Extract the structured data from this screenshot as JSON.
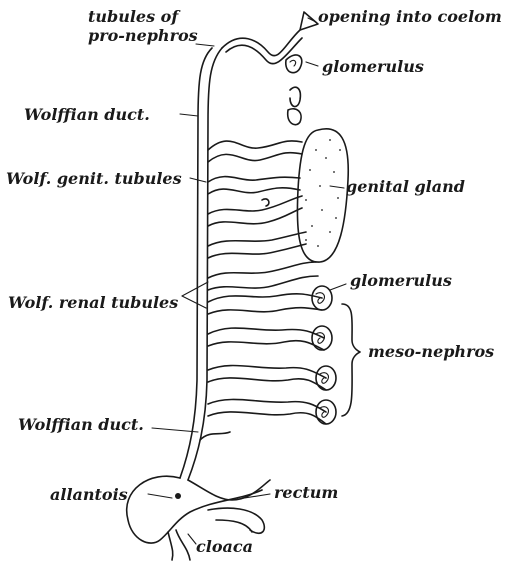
{
  "labels": {
    "tubules_of": "tubules of",
    "pro_nephros": "pro-nephros",
    "opening_into_coelom": "opening into coelom",
    "glomerulus_top": "glomerulus",
    "wolffian_duct_top": "Wolffian duct.",
    "wolf_genit_tubules": "Wolf. genit. tubules",
    "genital_gland": "genital gland",
    "glomerulus_mid": "glomerulus",
    "wolf_renal_tubules": "Wolf. renal tubules",
    "meso_nephros": "meso-nephros",
    "wolffian_duct_bottom": "Wolffian duct.",
    "allantois": "allantois",
    "rectum": "rectum",
    "cloaca": "cloaca"
  }
}
